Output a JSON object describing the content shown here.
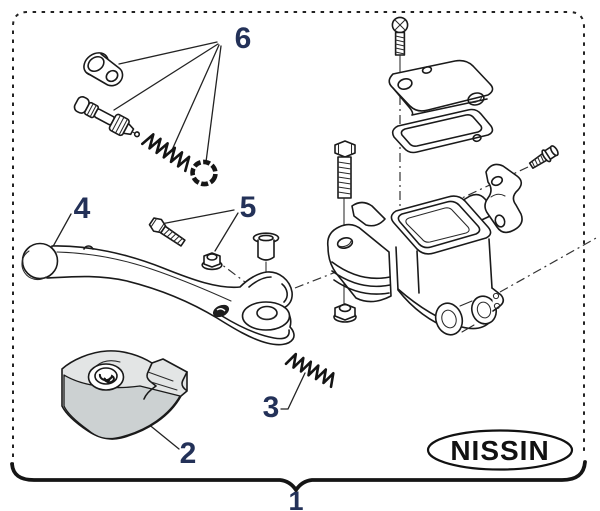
{
  "diagram": {
    "type": "exploded-parts-diagram",
    "labels": {
      "part1": "1",
      "part2": "2",
      "part3": "3",
      "part4": "4",
      "part5": "5",
      "part6": "6"
    },
    "brand": {
      "logo_text": "NISSIN"
    },
    "colors": {
      "line": "#1a1a1a",
      "label": "#233158",
      "logo_text": "#111111",
      "holder_top": "#e3e5e5",
      "holder_front": "#ccd1d2",
      "background": "#ffffff"
    }
  }
}
